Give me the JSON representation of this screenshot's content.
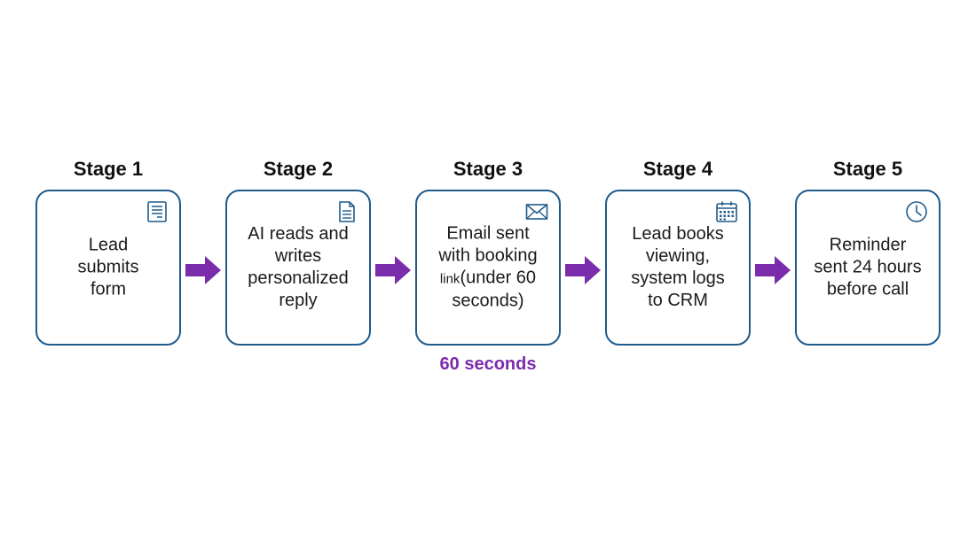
{
  "diagram": {
    "stages": [
      {
        "title": "Stage 1",
        "text": "Lead\nsubmits\nform",
        "icon": "form-document-icon"
      },
      {
        "title": "Stage 2",
        "text": "AI reads and\nwrites\npersonalized\nreply",
        "icon": "document-icon"
      },
      {
        "title": "Stage 3",
        "text_main": "Email sent\nwith booking\n",
        "text_small": "link",
        "text_rest": "(under 60\nseconds)",
        "icon": "envelope-icon"
      },
      {
        "title": "Stage 4",
        "text": "Lead books\nviewing,\nsystem logs\nto CRM",
        "icon": "calendar-icon"
      },
      {
        "title": "Stage 5",
        "text": "Reminder\nsent 24 hours\nbefore call",
        "icon": "clock-icon"
      }
    ],
    "stage3_note": "60 seconds",
    "colors": {
      "box_border": "#1f5a8a",
      "icon": "#1f5a8a",
      "arrow": "#7b2cab",
      "note": "#7b2cab"
    }
  }
}
